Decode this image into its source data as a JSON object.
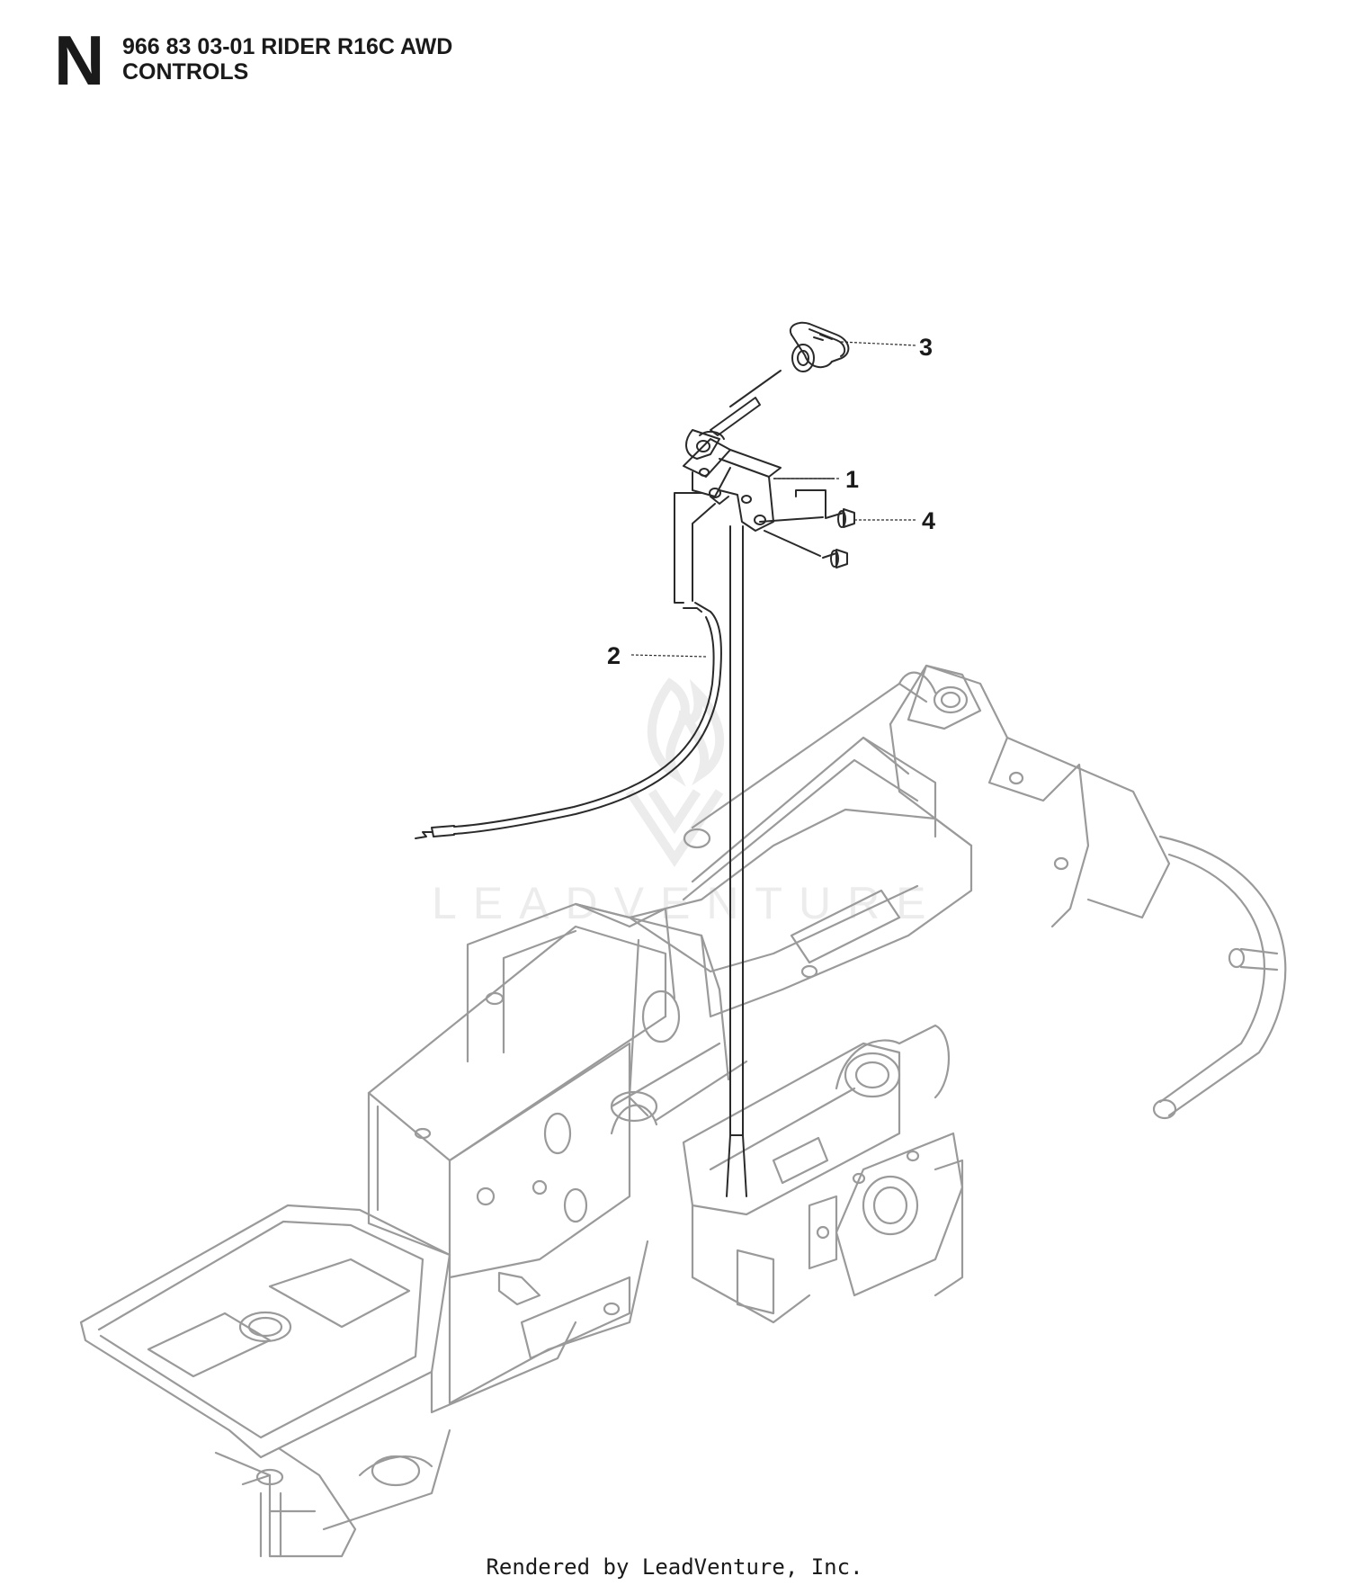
{
  "header": {
    "section_letter": "N",
    "model_line": "966 83 03-01 RIDER R16C AWD",
    "section_title": "CONTROLS"
  },
  "callouts": [
    {
      "id": "1",
      "label": "1"
    },
    {
      "id": "2",
      "label": "2"
    },
    {
      "id": "3",
      "label": "3"
    },
    {
      "id": "4",
      "label": "4"
    }
  ],
  "watermark": "LEADVENTURE",
  "footer": {
    "text": "Rendered by LeadVenture, Inc."
  }
}
